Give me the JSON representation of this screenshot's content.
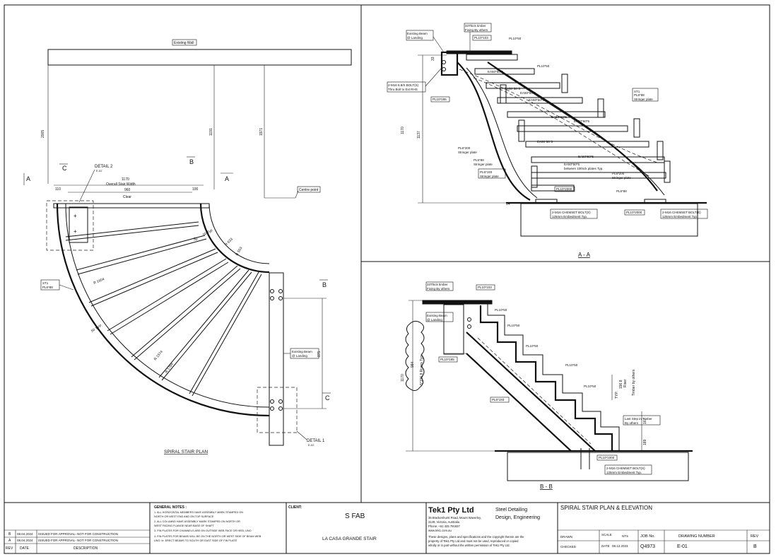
{
  "plan": {
    "existing_wall": "Existing Wall",
    "detail2": "DETAIL 2",
    "detail2_ref": "E-02",
    "detail1": "DETAIL 1",
    "detail1_ref": "E-02",
    "dim_1170": "1170",
    "overall_width": "Overall Stair Width",
    "dim_960": "960",
    "clear": "Clear",
    "dim_110": "110",
    "dim_100": "100",
    "centre_point": "Centre point",
    "st1": "ST1",
    "st1_plate": "PL6*88",
    "dim_2005": "2005",
    "dim_1191": "1191",
    "dim_1971": "1971",
    "dim_875": "875",
    "r1604": "R 1604",
    "r1574": "R 1574",
    "r1764": "R 1764",
    "r633": "R 633",
    "r553": "R 553",
    "dim_50_typ": "50 TYP.",
    "dim_50": "50",
    "existing_beam": "Existing Beam",
    "at_landing": "@ Landing",
    "sec_a": "A",
    "sec_b": "B",
    "sec_c": "C",
    "title": "SPIRAL STAIR PLAN"
  },
  "section_aa": {
    "timber": "33Thick timber",
    "fixing": "Fixing By others",
    "existing_beam": "Existing Beam",
    "at_landing": "@ Landing",
    "bolt": "2-M16 8.8/S BOLT(S)",
    "thru_bolt": "Thru Bolt to Ext RHS",
    "pl185": "PL10*185",
    "pl103": "PL10*103",
    "pl10_50": "PL10*50",
    "eas": "EA50*50*5",
    "dim_1170": "1170",
    "dim_1137": "1137",
    "dim_33": "33",
    "st1": "ST1",
    "st1_plate": "PL6*88",
    "stringer_plate": "Stringer plate",
    "pl193": "PL6*193",
    "pl200": "PL6*200",
    "pl2000": "PL10*2000",
    "between": "between 10thick plates Typ.",
    "chemset": "2-M16 CHEMSET BOLT(S)",
    "embed": "125mm Embedment Typ.",
    "dim_14": "14",
    "title": "A - A"
  },
  "section_bb": {
    "timber": "33Thick timber",
    "fixing": "Fixing By others",
    "existing_beam": "Existing Beam",
    "at_landing": "@ Landing",
    "pl185": "PL10*185",
    "pl103": "PL10*103",
    "pl50": "PL10*50",
    "pl193": "PL6*193",
    "pl1000": "PL10*1000",
    "risers": "5*196.8 Risers Typ.",
    "dim_1170": "1170",
    "dim_984": "984",
    "riser": "196.8",
    "typ": "TYP.",
    "riser_word": "Riser",
    "timber_by": "Timber by others",
    "last_step": "Last Step in Timber",
    "by_others": "By others",
    "dim_167": "167",
    "dim_189": "189",
    "chemset": "2-M16 CHEMSET BOLT(S)",
    "embed": "125mm Embedment Typ.",
    "title": "B - B"
  },
  "title_block": {
    "rev_rows": [
      {
        "rev": "B",
        "date": "08.04.2024",
        "desc": "ISSUED FOR APPROVAL- NOT FOR CONSTRUCTION"
      },
      {
        "rev": "A",
        "date": "08.04.2024",
        "desc": "ISSUED FOR APPROVAL- NOT FOR CONSTRUCTION"
      }
    ],
    "rev_head": "REV",
    "date_head": "DATE",
    "desc_head": "DESCRIPTION",
    "general_notes": "GENERAL NOTES :",
    "notes": [
      "1. ALL HORIZONTAL MEMBERS HAVE ASSEMBLY MARK STAMPED ON",
      "   NORTH OR WEST END AND ON TOP SURFACE",
      "2. ALL COLUMNS HAVE ASSEMBLY MARK STAMPED ON NORTH OR",
      "   WEST FACING FLANGE NEAR BASE OF SHAFT",
      "3. FIN PLATES FOR CHANNELS ARE ON OUTSIDE WEB FACE OR HEEL UNO",
      "4. FIN PLATES FOR BEAMS WILL BE ON THE NORTH OR WEST SIDE OF BEAM WEB",
      "   UNO. ie. ERECT BEAMS TO SOUTH OR EAST SIDE OF FIN PLATE"
    ],
    "client_label": "CLIENT:",
    "client": "S FAB",
    "project": "LA CASA GRANDE STAIR",
    "company": "Tek1 Pty Ltd",
    "services1": "Steel Detailing",
    "services2": "Design, Engineering",
    "addr1": "35 Brackenhurst Road, Mount Waverley,",
    "addr2": "3149, Victoria, Australia",
    "phone": "Phone: +61 425 791837",
    "web": "www.tek1.com.au",
    "copy1": "These designs, plans and specifications and the copyright therein are the",
    "copy2": "property of Tek1 Pty Ltd and must not be used, reproduced or copied",
    "copy3": "wholly or in part without the written permission of Tek1 Pty Ltd.",
    "drawing_title": "SPIRAL STAIR PLAN & ELEVATION",
    "drawn": "DRAWN",
    "checked": "CHECKED",
    "scale_label": "SCALE",
    "scale": "NTS",
    "date_label": "DATE",
    "date": "08.12.2023",
    "job_label": "JOB No.",
    "job": "Q4973",
    "dwg_label": "DRAWING NUMBER",
    "dwg": "E-01",
    "rev_label": "REV",
    "rev": "B"
  }
}
